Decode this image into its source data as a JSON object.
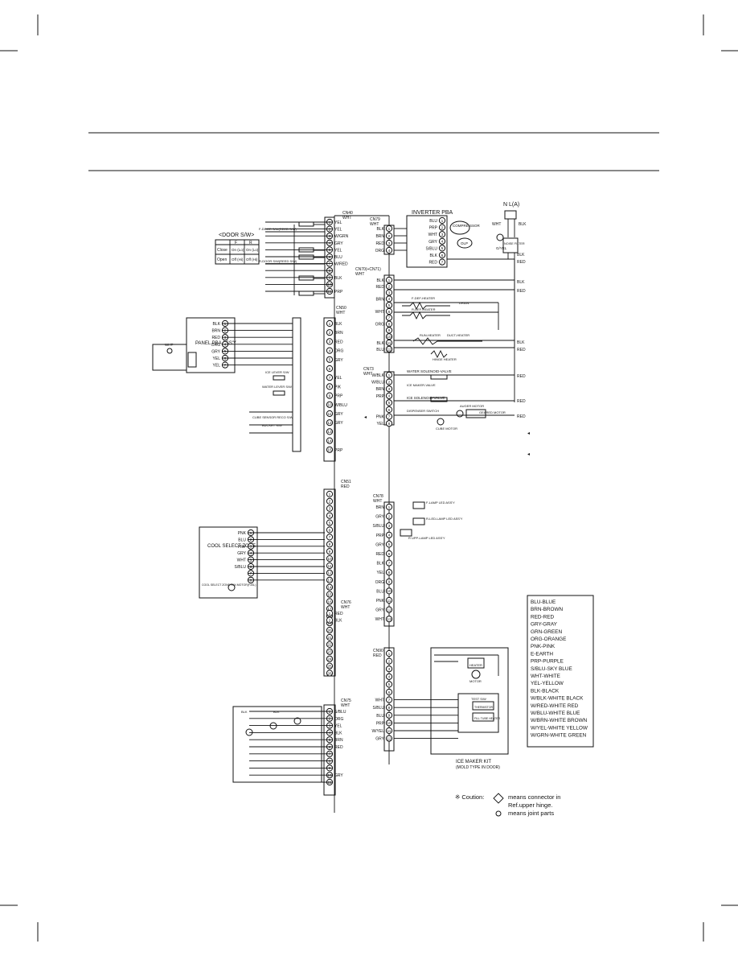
{
  "door_sw": {
    "title": "<DOOR S/W>",
    "col_f": "F",
    "col_r": "R",
    "row_close": "Close",
    "row_open": "Open",
    "close_f": "On (Lo)",
    "close_r": "On (Lo)",
    "open_f": "Off (Hi)",
    "open_r": "Off (Hi)"
  },
  "connectors": {
    "cn40": {
      "label": "CN40",
      "color": "WHT",
      "pins": [
        "YEL",
        "YEL",
        "W/GRN",
        "GRY",
        "YEL",
        "BLU",
        "W/RED",
        "",
        "BLK",
        "",
        "PRP"
      ]
    },
    "cn79": {
      "label": "CN79",
      "color": "WHT",
      "pins": [
        "BLK",
        "BRN",
        "RED",
        "ORG"
      ]
    },
    "cn70": {
      "label": "CN70(+CN71)",
      "color": "WHT",
      "pins": [
        "BLK",
        "RED",
        "",
        "BRN",
        "",
        "WHT",
        "",
        "ORG",
        "",
        "",
        "BLK",
        "BLU"
      ]
    },
    "cn50": {
      "label": "CN50",
      "color": "WHT",
      "pins": [
        "BLK",
        "BRN",
        "RED",
        "ORG",
        "GRY",
        "",
        "YEL",
        "PIK",
        "PRP",
        "W/BLU",
        "GRY",
        "GRY",
        "",
        "",
        "PRP"
      ]
    },
    "cn73": {
      "label": "CN73",
      "color": "WHT",
      "pins": [
        "W/BLK",
        "W/BLU",
        "BRN",
        "PRP",
        "",
        "",
        "PNK",
        "YEL"
      ]
    },
    "cn51": {
      "label": "CN51",
      "color": "RED"
    },
    "cn78": {
      "label": "CN78",
      "color": "WHT",
      "pins": [
        "BRN",
        "GRY",
        "S/BLU",
        "PRP",
        "GRY",
        "RED",
        "BLK",
        "YEL",
        "ORG",
        "BLU",
        "PNK",
        "GRY",
        "WHT"
      ]
    },
    "cn76": {
      "label": "CN76",
      "color": "WHT",
      "pins": [
        "RED",
        "BLK"
      ]
    },
    "cn90": {
      "label": "CN90",
      "color": "RED",
      "pins": [
        "WHT",
        "S/BLU",
        "BLU",
        "PRP",
        "W/YEL",
        "GRY"
      ]
    },
    "cn75": {
      "label": "CN75",
      "color": "WHT",
      "pins": [
        "S/BLU",
        "ORG",
        "YEL",
        "BLK",
        "BRN",
        "RED",
        "",
        "",
        "",
        "GRY"
      ]
    }
  },
  "inverter": {
    "title": "INVERTER PBA",
    "pins": [
      "BLU",
      "PRP",
      "WHT",
      "GRY",
      "S/BLU",
      "BLK",
      "RED"
    ],
    "comp": "COMPRE SSOR",
    "olp": "OLP"
  },
  "power": {
    "plug": "N  L(A)",
    "wht": "WHT",
    "blk": "BLK",
    "gyel": "G/YEL",
    "filter": "NOISE FILTER",
    "blk2": "BLK",
    "red": "RED"
  },
  "panel": {
    "label": "PANEL PBA ASS'Y",
    "pins": [
      "BLK",
      "BRN",
      "RED",
      "ORG",
      "GRY",
      "YEL",
      "YEL"
    ],
    "wht": "WHT"
  },
  "cool_zone": {
    "label": "COOL SELECT ZONE",
    "pins": [
      "PNK",
      "BLU",
      "PRP",
      "GRY",
      "WHT",
      "S/BLU"
    ],
    "motor": "COOL SELECT ZONE FAN MOTOR(F3SL)"
  },
  "ice_kit": {
    "label": "ICE MAKER KIT",
    "sub": "(MOLD TYPE IN DOOR)"
  },
  "door_switches": {
    "ice_lever": "ICE LEVER S/W",
    "water_lever": "WATER LEVER S/W",
    "cube_sensor": "CUBE SENSOR RECO S/W",
    "bucket": "BUCKET S/W"
  },
  "cn73_parts": [
    "WATER SOLENOID-VALVE",
    "ICE MAKER-VALVE",
    "ICE SOLENOID-VALVE",
    "DISPENSER SWITCH",
    "CUBE MOTOR",
    "AUGER MOTOR",
    "GEARED MOTOR"
  ],
  "cn78_parts": [
    "F-LAMP LED ASS'Y",
    "R-LED-LAMP LED ASS'Y",
    "R UPP-LAMP LED ASS'Y"
  ],
  "cn90_parts": [
    "HEATER",
    "MOTOR",
    "TEST S/W",
    "THERMISTOR",
    "FILL TUBE HEATER"
  ],
  "cn70_parts": [
    "F-DEF-HEATER",
    "R-DEF-HEATER",
    "DRAIN",
    "RUN-HEATER",
    "DUCT-HEATER",
    "HINGE HEATER"
  ],
  "color_legend": [
    "BLU-BLUE",
    "BRN-BROWN",
    "RED-RED",
    "GRY-GRAY",
    "GRN-GREEN",
    "ORG-ORANGE",
    "PNK-PINK",
    "E-EARTH",
    "PRP-PURPLE",
    "S/BLU-SKY BLUE",
    "WHT-WHITE",
    "YEL-YELLOW",
    "BLK-BLACK",
    "W/BLK-WHITE BLACK",
    "W/RED-WHITE RED",
    "W/BLU-WHITE BLUE",
    "W/BRN-WHITE BROWN",
    "W/YEL-WHITE YELLOW",
    "W/GRN-WHITE GREEN"
  ],
  "caution": {
    "label": "※ Coution:",
    "line1": "means connector in",
    "line2": "Ref.upper hinge.",
    "line3": "means joint parts"
  }
}
